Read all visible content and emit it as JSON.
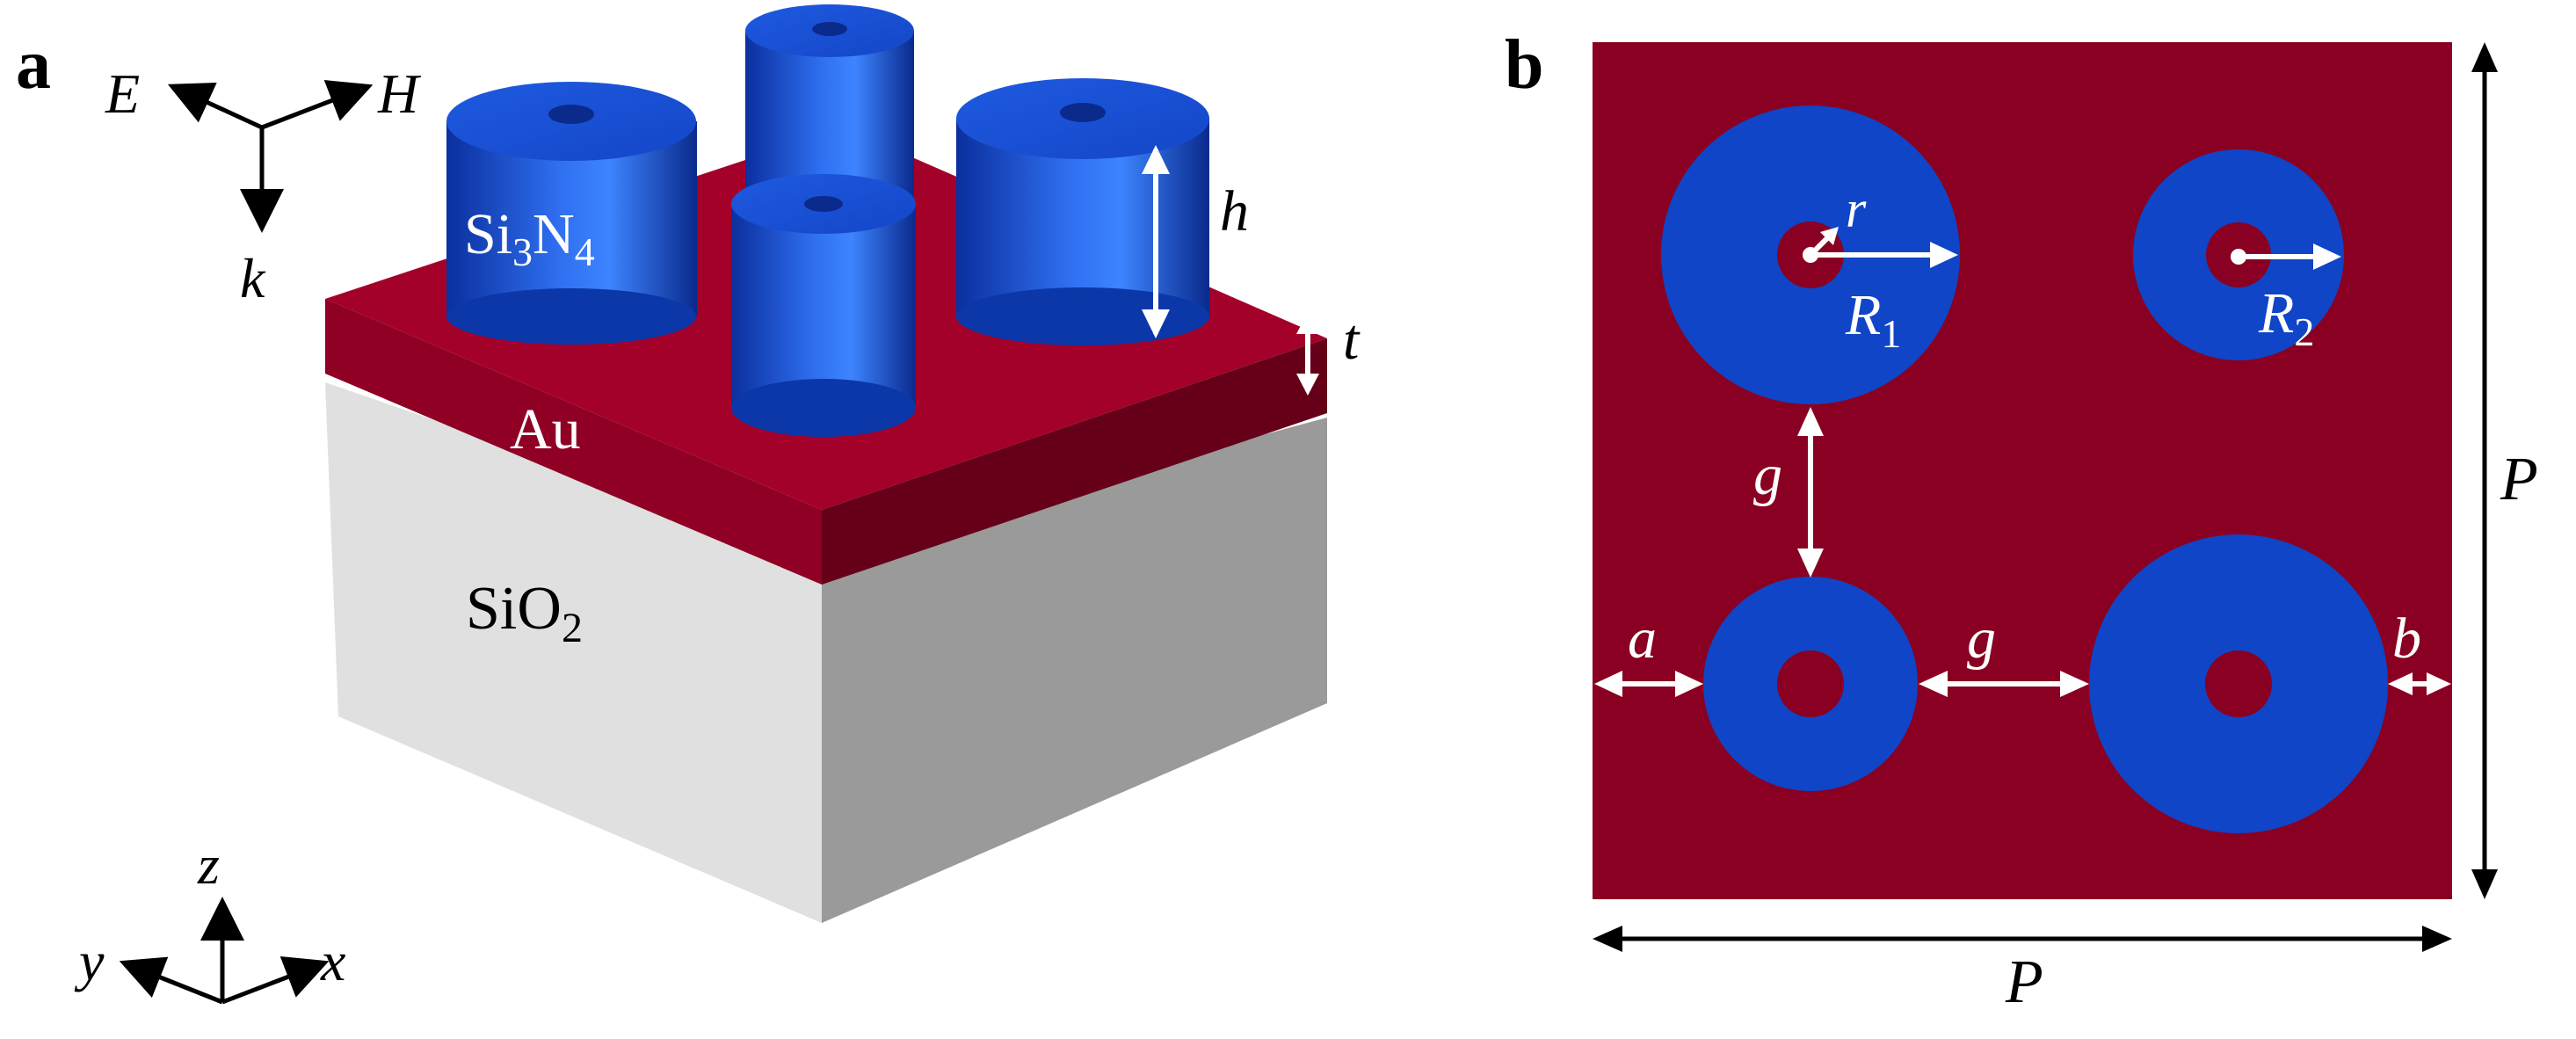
{
  "panels": {
    "a": {
      "label": "a",
      "axes_top": {
        "e": "E",
        "h": "H",
        "k": "k"
      },
      "axes_bottom": {
        "z": "z",
        "y": "y",
        "x": "x"
      },
      "materials": {
        "pillar": {
          "base": "Si",
          "sub1": "3",
          "mid": "N",
          "sub2": "4"
        },
        "film": "Au",
        "substrate": {
          "base": "SiO",
          "sub": "2"
        }
      },
      "dims": {
        "h": "h",
        "t": "t"
      }
    },
    "b": {
      "label": "b",
      "labels": {
        "r": "r",
        "R1_base": "R",
        "R1_sub": "1",
        "R2_base": "R",
        "R2_sub": "2",
        "g_vertical": "g",
        "g_horizontal": "g",
        "a": "a",
        "b": "b",
        "P_right": "P",
        "P_bottom": "P"
      }
    }
  },
  "colors": {
    "gold_layer": "#8a0022",
    "gold_layer_dark": "#5a0015",
    "pillar_blue": "#1446c8",
    "pillar_blue_light": "#3a7cf2",
    "pillar_blue_dark": "#0a2a8c",
    "substrate_front": "#e2e2e2",
    "substrate_side": "#a0a0a0",
    "ring_fill": "#0f45c6",
    "arrow_white": "#ffffff",
    "ink": "#000000"
  }
}
